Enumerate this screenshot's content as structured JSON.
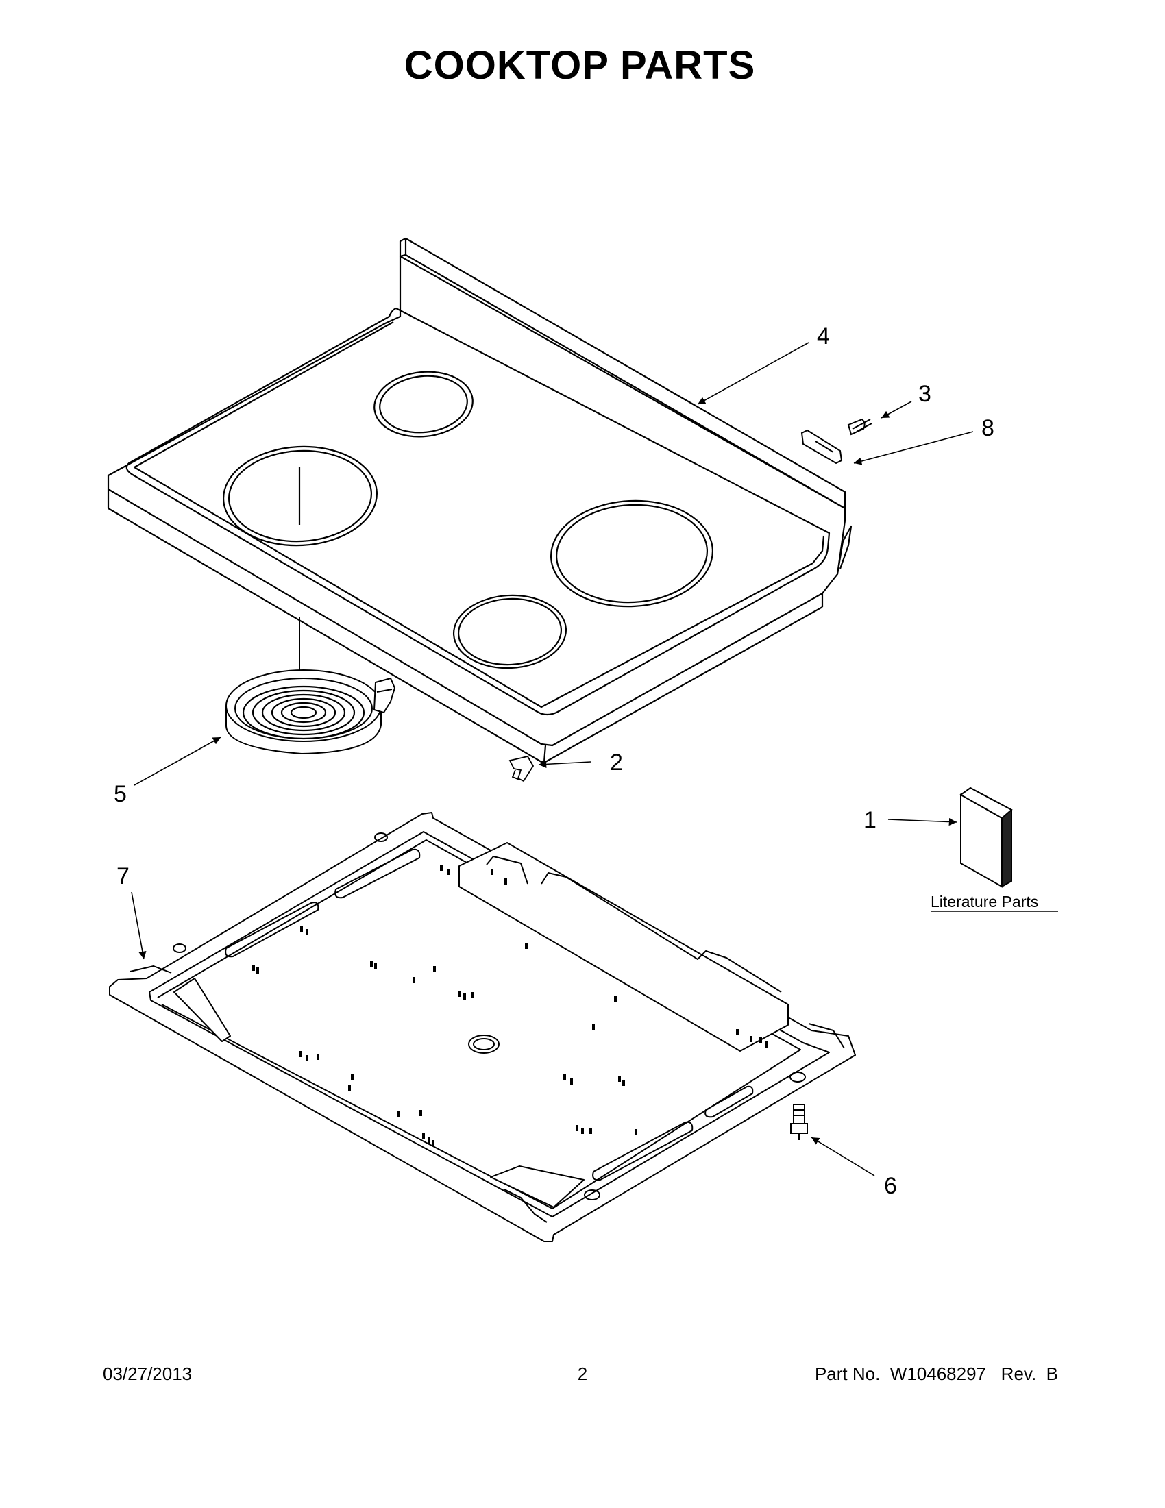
{
  "title": "COOKTOP PARTS",
  "callouts": {
    "c1": "1",
    "c2": "2",
    "c3": "3",
    "c4": "4",
    "c5": "5",
    "c6": "6",
    "c7": "7",
    "c8": "8"
  },
  "literature_label": "Literature Parts",
  "footer": {
    "date": "03/27/2013",
    "page": "2",
    "part_no": "Part No.  W10468297   Rev.  B"
  }
}
